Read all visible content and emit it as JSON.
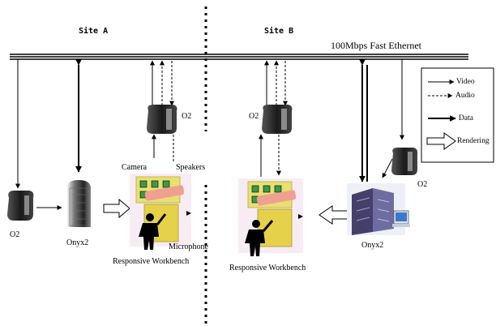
{
  "sites": {
    "a": "Site A",
    "b": "Site B"
  },
  "network": {
    "label": "100Mbps Fast  Ethernet"
  },
  "devices": {
    "o2_far_left": "O2",
    "o2_site_a": "O2",
    "o2_site_b": "O2",
    "o2_right": "O2",
    "onyx2_a": "Onyx2",
    "onyx2_b": "Onyx2"
  },
  "peripherals": {
    "camera": "Camera",
    "speakers": "Speakers",
    "microphone": "Microphone"
  },
  "workbench": {
    "a": "Responsive Workbench",
    "b": "Responsive Workbench"
  },
  "legend": {
    "video": "Video",
    "audio": "Audio",
    "data": "Data",
    "rendering": "Rendering"
  }
}
